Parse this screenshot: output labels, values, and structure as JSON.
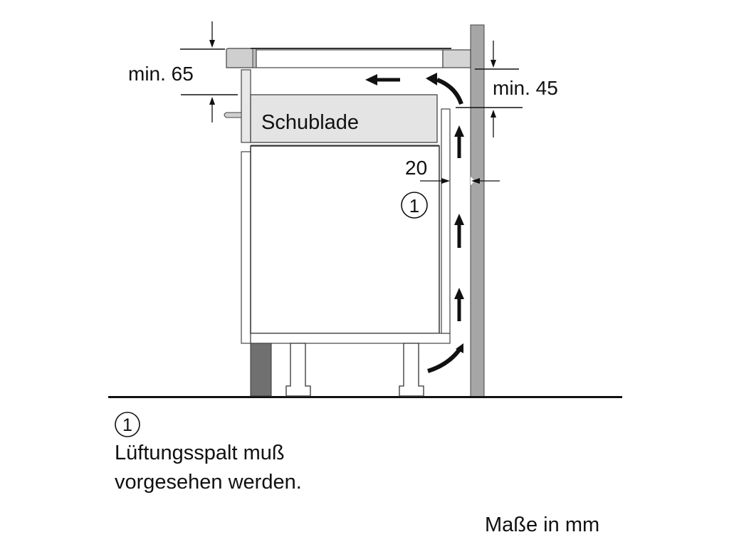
{
  "diagram": {
    "drawer_label": "Schublade",
    "dim_top_left": "min. 65",
    "dim_top_right": "min. 45",
    "dim_gap": "20",
    "marker_number": "1",
    "colors": {
      "line": "#222222",
      "wall": "#a6a6a6",
      "plinth": "#707070",
      "drawer_fill": "#e4e4e4",
      "worktop_fill": "#cfcfcf"
    }
  },
  "legend": {
    "marker_number": "1",
    "line1": "Lüftungsspalt muß",
    "line2": "vorgesehen werden."
  },
  "footer": {
    "units_note": "Maße in mm"
  }
}
